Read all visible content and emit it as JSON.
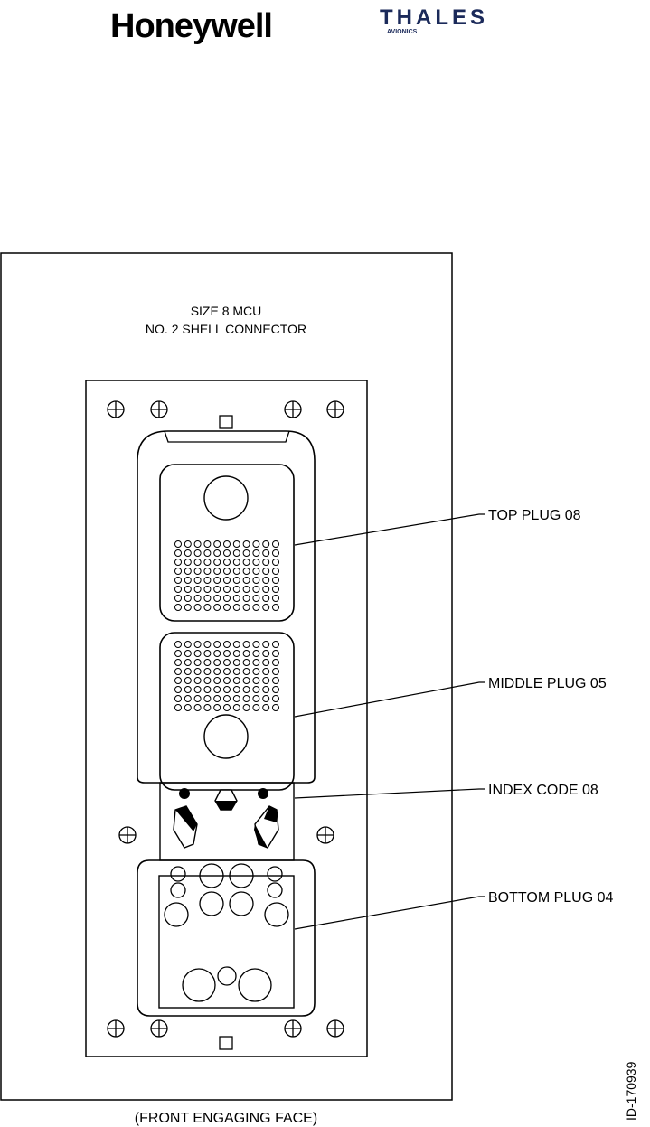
{
  "logos": {
    "honeywell": "Honeywell",
    "thales": "THALES",
    "thales_sub": "AVIONICS"
  },
  "header": {
    "line1": "SIZE 8 MCU",
    "line2": "NO. 2 SHELL CONNECTOR"
  },
  "callouts": {
    "top_plug": "TOP PLUG 08",
    "middle_plug": "MIDDLE PLUG 05",
    "index_code": "INDEX CODE 08",
    "bottom_plug": "BOTTOM PLUG 04"
  },
  "footer": {
    "caption": "(FRONT ENGAGING FACE)"
  },
  "doc_id": "ID-170939"
}
